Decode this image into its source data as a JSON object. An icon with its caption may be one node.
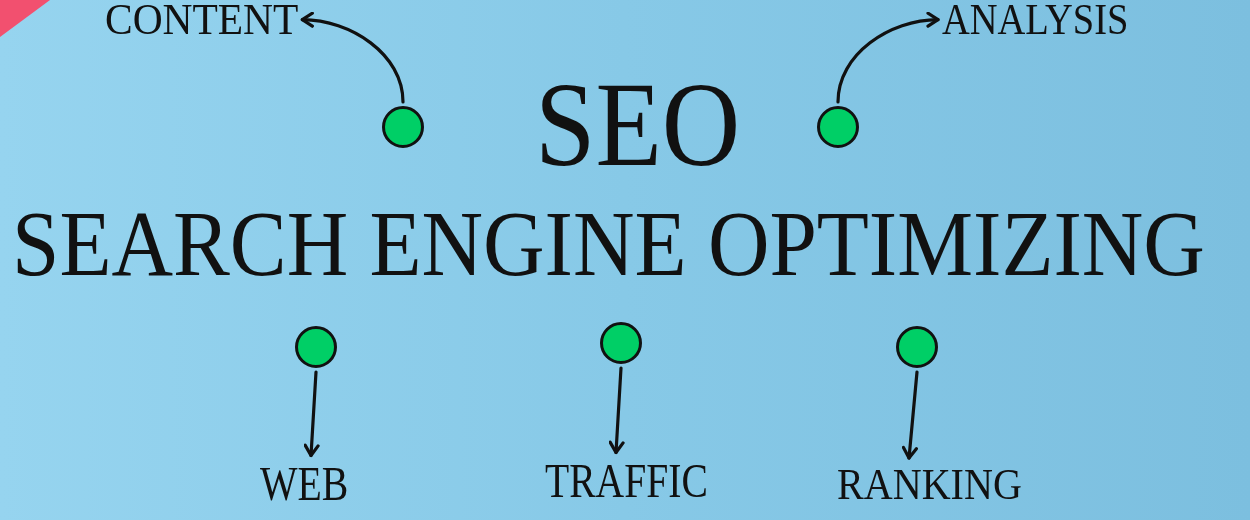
{
  "diagram": {
    "title": "SEO",
    "nodes": [
      {
        "text": [
          "CONTENT"
        ]
      },
      {
        "text": [
          "ANALYSIS"
        ]
      },
      {
        "text": [],
        "shape": "circle"
      },
      {
        "text": [],
        "shape": "circle"
      },
      {
        "text": [],
        "shape": "circle"
      },
      {
        "text": [],
        "shape": "circle"
      },
      {
        "text": [],
        "shape": "circle"
      },
      {
        "text": [
          "WEB"
        ]
      },
      {
        "text": [
          "TRAFFIC"
        ]
      },
      {
        "text": [
          "RANKING"
        ]
      }
    ],
    "edges": [
      {
        "from": 2,
        "to": 0,
        "arrow": "to"
      },
      {
        "from": 3,
        "to": 1,
        "arrow": "to"
      },
      {
        "from": 4,
        "to": 7,
        "arrow": "to"
      },
      {
        "from": 5,
        "to": 8,
        "arrow": "to"
      },
      {
        "from": 6,
        "to": 9,
        "arrow": "to"
      }
    ],
    "labels": [
      "SEARCH ENGINE OPTIMIZING"
    ]
  }
}
